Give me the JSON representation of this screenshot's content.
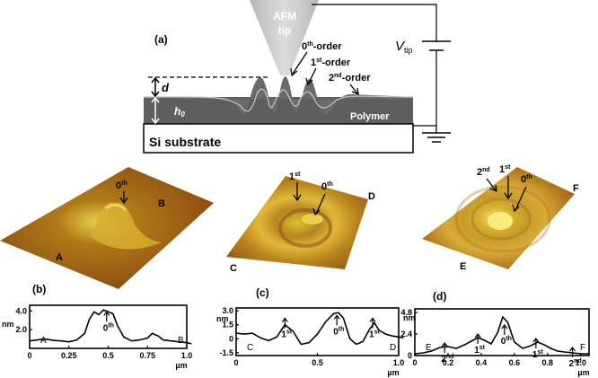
{
  "schematic": {
    "panel_label": "(a)",
    "tip_label_line1": "AFM",
    "tip_label_line2": "tip",
    "d_label": "d",
    "h0_label": "h",
    "h0_sub": "0",
    "polymer_label": "Polymer",
    "substrate_label": "Si substrate",
    "vtip_label": "V",
    "vtip_sub": "tip",
    "order0_num": "0",
    "order0_sup": "th",
    "order0_suffix": "-order",
    "order1_num": "1",
    "order1_sup": "st",
    "order1_suffix": "-order",
    "order2_num": "2",
    "order2_sup": "nd",
    "order2_suffix": "-order"
  },
  "afm_images": [
    {
      "corner_left": "A",
      "corner_right": "B",
      "annotations": [
        {
          "num": "0",
          "sup": "th"
        }
      ]
    },
    {
      "corner_left": "C",
      "corner_right": "D",
      "annotations": [
        {
          "num": "1",
          "sup": "st"
        },
        {
          "num": "0",
          "sup": "th"
        }
      ]
    },
    {
      "corner_left": "E",
      "corner_right": "F",
      "annotations": [
        {
          "num": "2",
          "sup": "nd"
        },
        {
          "num": "1",
          "sup": "st"
        },
        {
          "num": "0",
          "sup": "th"
        }
      ]
    }
  ],
  "chart_data": [
    {
      "type": "line",
      "panel_label": "(b)",
      "ylabel": "nm",
      "xlabel": "µm",
      "xlim": [
        0,
        1.0
      ],
      "ylim": [
        0,
        4.6
      ],
      "xticks": [
        "0",
        "0.25",
        "0.5",
        "0.75",
        "1.0"
      ],
      "xtick_values": [
        0,
        0.25,
        0.5,
        0.75,
        1.0
      ],
      "yticks": [
        "4.0",
        "2.0"
      ],
      "ytick_values": [
        4.0,
        2.0
      ],
      "start_label": "A",
      "end_label": "B",
      "annotations": [
        {
          "num": "0",
          "sup": "th",
          "x": 0.49,
          "y": 3.6
        }
      ],
      "x": [
        0,
        0.05,
        0.1,
        0.15,
        0.2,
        0.25,
        0.3,
        0.35,
        0.38,
        0.41,
        0.44,
        0.47,
        0.5,
        0.53,
        0.56,
        0.6,
        0.65,
        0.7,
        0.75,
        0.78,
        0.82,
        0.85,
        0.9,
        0.95,
        1.0,
        1.03
      ],
      "y": [
        0.8,
        0.9,
        1.0,
        0.85,
        0.8,
        0.7,
        0.9,
        1.6,
        3.1,
        3.9,
        3.6,
        4.1,
        3.9,
        3.7,
        2.4,
        1.2,
        0.8,
        0.9,
        1.1,
        1.6,
        1.3,
        0.9,
        0.8,
        0.7,
        0.6,
        0.5
      ]
    },
    {
      "type": "line",
      "panel_label": "(c)",
      "ylabel": "nm",
      "xlabel": "µm",
      "xlim": [
        0,
        1.0
      ],
      "ylim": [
        -1.8,
        3.3
      ],
      "xticks": [
        "0",
        "0.5",
        "1.0"
      ],
      "xtick_values": [
        0,
        0.5,
        1.0
      ],
      "yticks": [
        "3.0",
        "1.5",
        "0",
        "-1.5"
      ],
      "ytick_values": [
        3.0,
        1.5,
        0,
        -1.5
      ],
      "start_label": "C",
      "end_label": "D",
      "annotations": [
        {
          "num": "1",
          "sup": "st",
          "x": 0.3,
          "y": 1.9
        },
        {
          "num": "0",
          "sup": "th",
          "x": 0.62,
          "y": 2.2
        },
        {
          "num": "1",
          "sup": "st",
          "x": 0.84,
          "y": 1.9
        }
      ],
      "x": [
        0,
        0.05,
        0.1,
        0.15,
        0.2,
        0.25,
        0.3,
        0.35,
        0.4,
        0.45,
        0.5,
        0.55,
        0.6,
        0.63,
        0.66,
        0.7,
        0.74,
        0.78,
        0.82,
        0.85,
        0.88,
        0.92,
        0.96,
        1.0,
        1.04
      ],
      "y": [
        0.6,
        0.5,
        0.6,
        0.1,
        -0.2,
        0.2,
        1.5,
        0.8,
        -0.6,
        -0.4,
        0.5,
        1.8,
        2.7,
        2.8,
        2.2,
        0.0,
        -0.6,
        -0.3,
        1.0,
        1.7,
        0.9,
        0.5,
        0.3,
        0.2,
        0.1
      ]
    },
    {
      "type": "line",
      "panel_label": "(d)",
      "ylabel": "nm",
      "xlabel": "µm",
      "xlim": [
        0,
        1.05
      ],
      "ylim": [
        0,
        5.2
      ],
      "xticks": [
        "0",
        "0.2",
        "0.4",
        "0.6",
        "0.8",
        "1.0"
      ],
      "xtick_values": [
        0,
        0.2,
        0.4,
        0.6,
        0.8,
        1.0
      ],
      "yticks": [
        "4.8",
        "2.4",
        "0"
      ],
      "ytick_values": [
        4.8,
        2.4,
        0
      ],
      "start_label": "E",
      "end_label": "F",
      "annotations": [
        {
          "num": "2",
          "sup": "nd",
          "x": 0.18,
          "y": 1.1
        },
        {
          "num": "1",
          "sup": "st",
          "x": 0.38,
          "y": 2.1
        },
        {
          "num": "0",
          "sup": "th",
          "x": 0.54,
          "y": 3.1
        },
        {
          "num": "1",
          "sup": "st",
          "x": 0.73,
          "y": 1.6
        },
        {
          "num": "2",
          "sup": "nd",
          "x": 0.95,
          "y": 0.6
        }
      ],
      "x": [
        0,
        0.05,
        0.1,
        0.15,
        0.2,
        0.25,
        0.3,
        0.35,
        0.38,
        0.42,
        0.46,
        0.5,
        0.53,
        0.56,
        0.6,
        0.65,
        0.7,
        0.74,
        0.78,
        0.82,
        0.86,
        0.9,
        0.95,
        1.0,
        1.05
      ],
      "y": [
        0.2,
        0.3,
        0.5,
        0.9,
        1.0,
        0.8,
        1.2,
        1.7,
        2.0,
        1.7,
        1.3,
        2.6,
        4.3,
        3.7,
        1.5,
        0.8,
        1.1,
        1.5,
        1.2,
        0.8,
        0.5,
        0.4,
        0.3,
        0.2,
        0.2
      ]
    }
  ]
}
